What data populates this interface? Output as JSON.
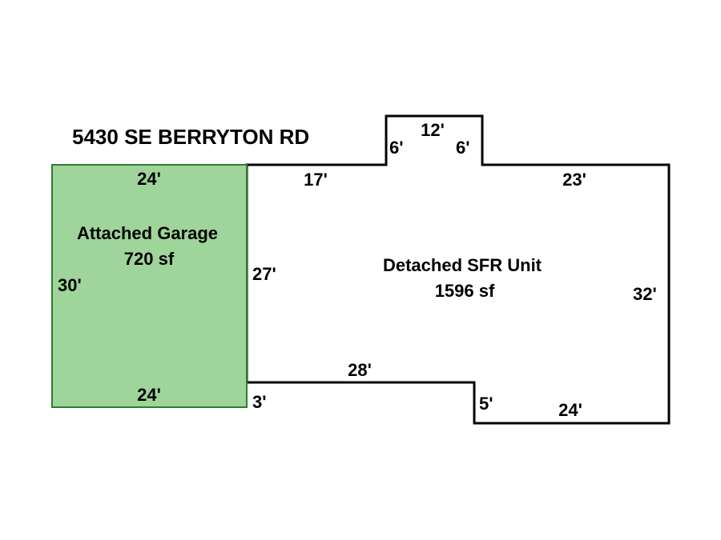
{
  "title": "5430 SE BERRYTON RD",
  "colors": {
    "garage_fill": "#9fd49a",
    "garage_stroke": "#2f7d32",
    "outline": "#000000"
  },
  "garage": {
    "name": "Attached Garage",
    "area": "720 sf",
    "dims": {
      "top": "24'",
      "left": "30'",
      "bottom": "24'"
    }
  },
  "house": {
    "name": "Detached SFR Unit",
    "area": "1596 sf",
    "dims": {
      "top_left": "17'",
      "bump_left": "6'",
      "bump_top": "12'",
      "bump_right": "6'",
      "top_right": "23'",
      "right": "32'",
      "bottom_right": "24'",
      "step": "5'",
      "bottom_left": "28'",
      "left": "27'",
      "left_lower": "3'"
    }
  }
}
